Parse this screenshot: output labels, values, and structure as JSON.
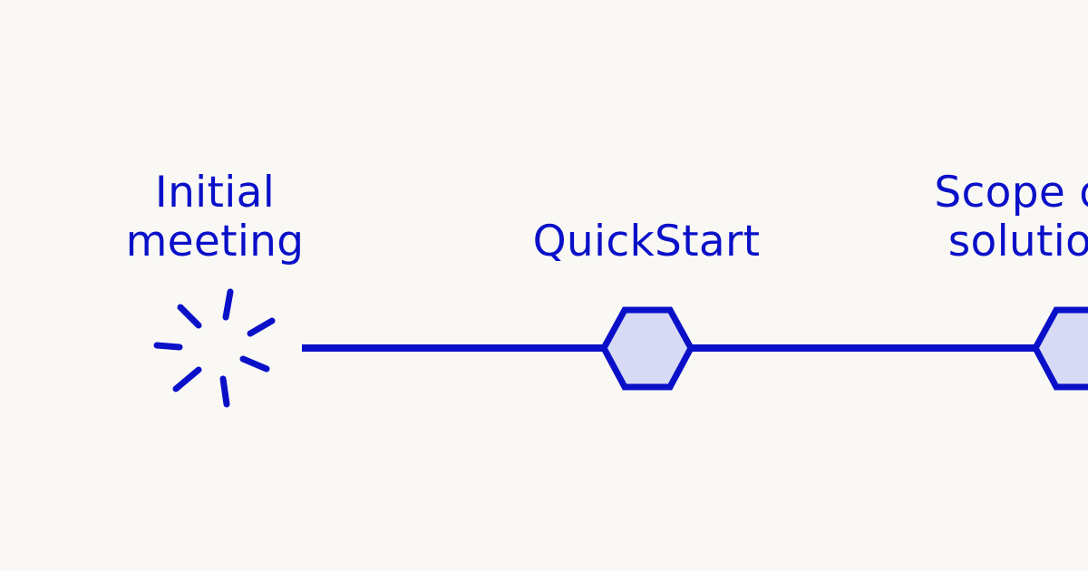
{
  "colors": {
    "background": "#f9f8f5",
    "accent": "#0a10c8",
    "node_fill": "#d6daf4"
  },
  "steps": [
    {
      "line1": "Initial",
      "line2": "meeting",
      "icon": "sparkle-burst-icon"
    },
    {
      "line1": "",
      "line2": "QuickStart",
      "icon": "hexagon-node-icon"
    },
    {
      "line1": "Scope de",
      "line2": "solution",
      "icon": "hexagon-node-icon"
    }
  ]
}
